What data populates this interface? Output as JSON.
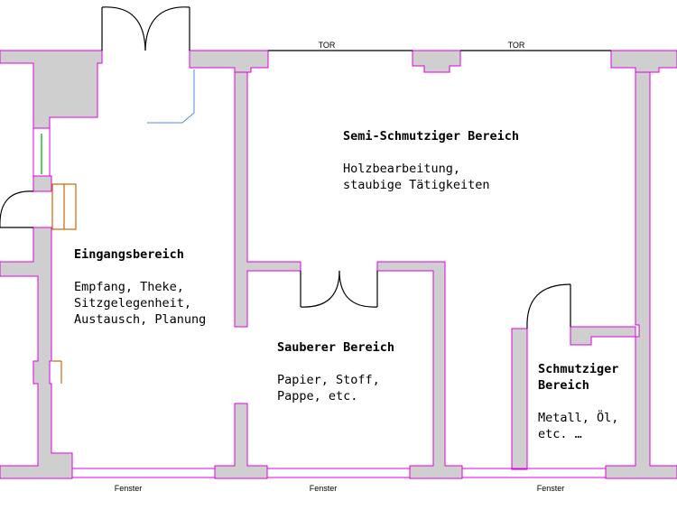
{
  "top_labels": {
    "gate_left": "TOR",
    "gate_right": "TOR"
  },
  "bottom_labels": {
    "window_left": "Fenster",
    "window_mid": "Fenster",
    "window_right": "Fenster"
  },
  "rooms": {
    "semi": {
      "title": "Semi-Schmutziger Bereich",
      "line1": "Holzbearbeitung,",
      "line2": "staubige Tätigkeiten"
    },
    "entrance": {
      "title": "Eingangsbereich",
      "line1": "Empfang, Theke,",
      "line2": "Sitzgelegenheit,",
      "line3": "Austausch, Planung"
    },
    "clean": {
      "title": "Sauberer Bereich",
      "line1": "Papier, Stoff,",
      "line2": "Pappe, etc."
    },
    "dirty": {
      "title1": "Schmutziger",
      "title2": "Bereich",
      "line1": "Metall, Öl,",
      "line2": "etc. …"
    }
  },
  "colors": {
    "wall_fill": "#cfcfcf",
    "wall_outline": "#e000e0",
    "window_green": "#22bb22",
    "shelf_orange": "#cc6600",
    "annotation_blue": "#5588dd"
  }
}
